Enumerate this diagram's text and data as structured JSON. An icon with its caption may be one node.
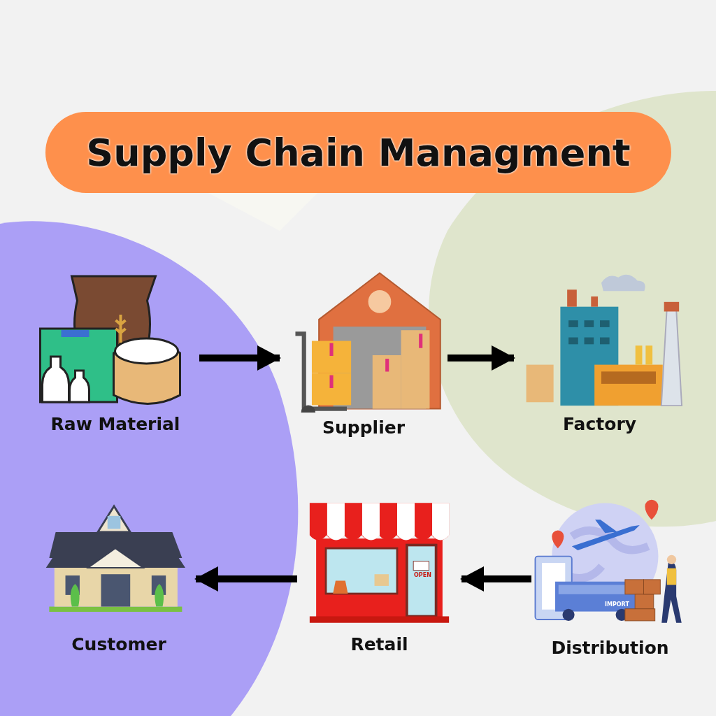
{
  "diagram": {
    "title": "Supply Chain Managment",
    "nodes": [
      {
        "text": [
          "Raw Material"
        ]
      },
      {
        "text": [
          "Supplier"
        ]
      },
      {
        "text": [
          "Factory"
        ]
      },
      {
        "text": [
          "Customer"
        ]
      },
      {
        "text": [
          "Retail"
        ]
      },
      {
        "text": [
          "Distribution"
        ]
      }
    ],
    "edges": [
      {
        "from": 0,
        "to": 1,
        "arrow": "to"
      },
      {
        "from": 1,
        "to": 2,
        "arrow": "to"
      },
      {
        "from": 5,
        "to": 4,
        "arrow": "to"
      },
      {
        "from": 4,
        "to": 3,
        "arrow": "to"
      }
    ],
    "labels": [
      "OPEN",
      "IMPORT"
    ]
  }
}
